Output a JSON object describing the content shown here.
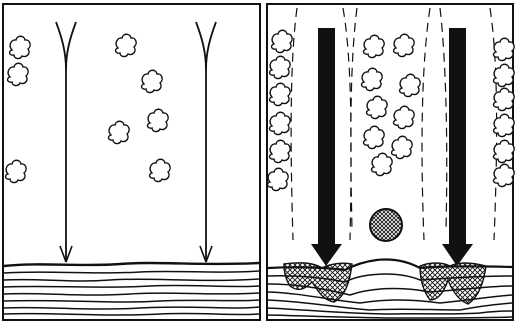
{
  "figure": {
    "panels": [
      {
        "id": "left",
        "name": "panel-left",
        "arrow_style": "thin",
        "arrow_count": 2,
        "cloud_layout": "scattered",
        "has_impact_craters": false,
        "has_falling_sphere": false
      },
      {
        "id": "right",
        "name": "panel-right",
        "arrow_style": "thick",
        "arrow_count": 2,
        "cloud_layout": "clustered-columns",
        "has_impact_craters": true,
        "has_falling_sphere": true
      }
    ],
    "colors": {
      "ink": "#111111",
      "paper": "#ffffff"
    }
  }
}
